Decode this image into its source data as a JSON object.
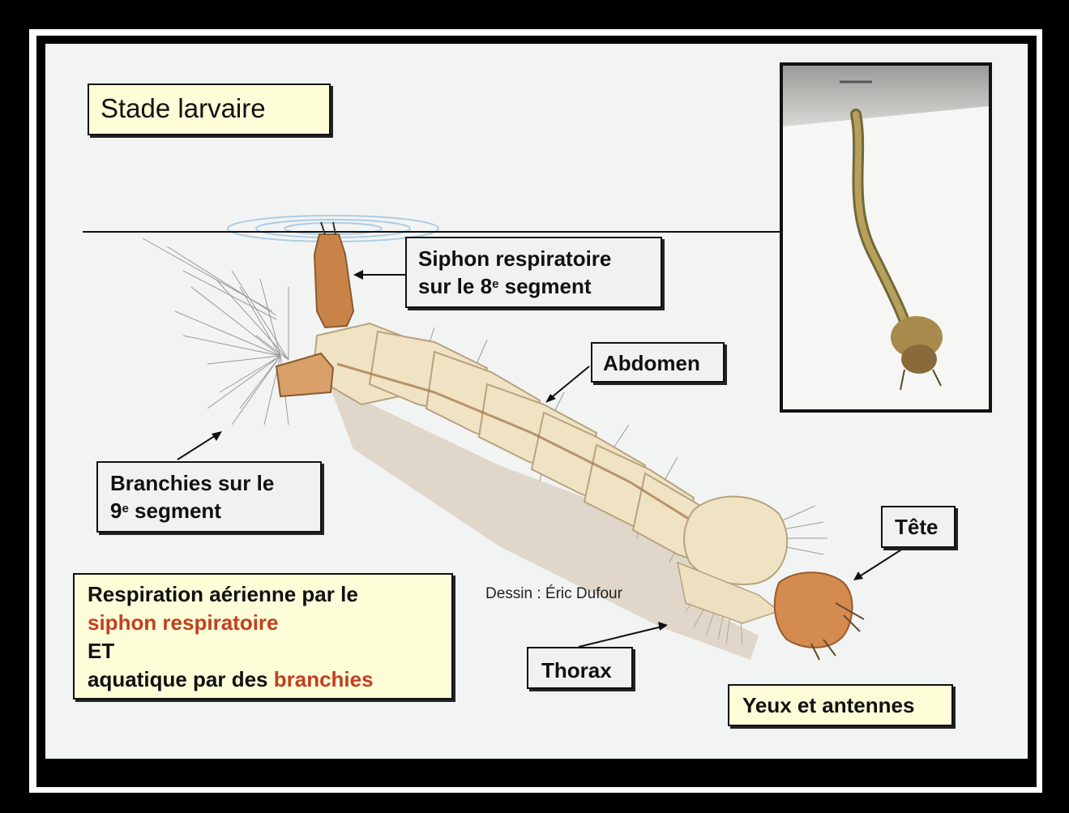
{
  "title": "Stade larvaire",
  "labels": {
    "siphon_line1": "Siphon respiratoire",
    "siphon_line2_pre": "sur le 8",
    "siphon_sup": "e",
    "siphon_line2_post": " segment",
    "abdomen": "Abdomen",
    "branchies_line1": "Branchies sur le",
    "branchies_line2_pre": "9",
    "branchies_sup": "e",
    "branchies_line2_post": " segment",
    "tete": "Tête",
    "thorax": "Thorax",
    "yeux": "Yeux et antennes"
  },
  "respiration": {
    "line1": "Respiration aérienne par le",
    "line2": "siphon respiratoire",
    "line3": "ET",
    "line4_pre": "aquatique par des ",
    "line4_red": "branchies"
  },
  "credit": "Dessin : Éric Dufour",
  "colors": {
    "accent_red": "#c04020",
    "box_yellow": "#fdfdd8",
    "larva_body": "#efe3c4",
    "larva_brown": "#c5824a"
  }
}
